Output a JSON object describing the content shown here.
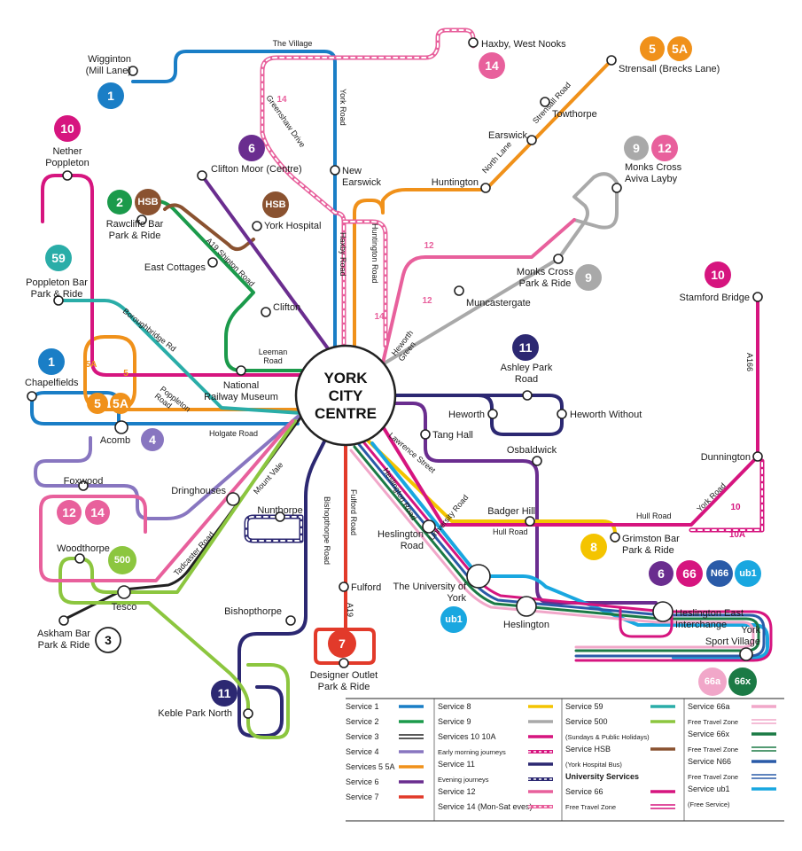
{
  "colors": {
    "s1": "#1a7ec6",
    "s2": "#1b9a4b",
    "s3": "#222222",
    "s4": "#8876c0",
    "s5": "#f0911a",
    "s6": "#6a2d8f",
    "s7": "#e23a2a",
    "s8": "#f4c400",
    "s9": "#a9a9a9",
    "s10": "#d6157f",
    "s11": "#2c2872",
    "s12": "#e8609c",
    "s14": "#e8609c",
    "s59": "#2aada8",
    "s500": "#8cc63f",
    "hsb": "#8a5230",
    "s66": "#d6157f",
    "s66a": "#f1a7c9",
    "s66x": "#1b7a45",
    "n66": "#2a5ba8",
    "ub1": "#19a7e0"
  },
  "centre": {
    "line1": "YORK",
    "line2": "CITY",
    "line3": "CENTRE"
  },
  "badges": [
    {
      "id": "b1-wigginton",
      "text": "1",
      "color": "s1"
    },
    {
      "id": "b14-haxby",
      "text": "14",
      "color": "s14"
    },
    {
      "id": "b5-strensall",
      "text": "5",
      "color": "s5"
    },
    {
      "id": "b5a-strensall",
      "text": "5A",
      "color": "s5"
    },
    {
      "id": "b10-nether",
      "text": "10",
      "color": "s10"
    },
    {
      "id": "b6-clifton",
      "text": "6",
      "color": "s6"
    },
    {
      "id": "b2-rawcliffe",
      "text": "2",
      "color": "s2"
    },
    {
      "id": "bhsb-rawcliffe",
      "text": "HSB",
      "color": "hsb"
    },
    {
      "id": "bhsb-hospital",
      "text": "HSB",
      "color": "hsb"
    },
    {
      "id": "b9-monks",
      "text": "9",
      "color": "s9"
    },
    {
      "id": "b12-monks",
      "text": "12",
      "color": "s12"
    },
    {
      "id": "b59-poppleton",
      "text": "59",
      "color": "s59"
    },
    {
      "id": "b9-monkspr",
      "text": "9",
      "color": "s9"
    },
    {
      "id": "b10-stamford",
      "text": "10",
      "color": "s10"
    },
    {
      "id": "b1-chapel",
      "text": "1",
      "color": "s1"
    },
    {
      "id": "b5-acomb",
      "text": "5",
      "color": "s5"
    },
    {
      "id": "b5a-acomb",
      "text": "5A",
      "color": "s5"
    },
    {
      "id": "b11-ashley",
      "text": "11",
      "color": "s11"
    },
    {
      "id": "b4-acomb",
      "text": "4",
      "color": "s4"
    },
    {
      "id": "b12-fox",
      "text": "12",
      "color": "s12"
    },
    {
      "id": "b14-fox",
      "text": "14",
      "color": "s14"
    },
    {
      "id": "b500",
      "text": "500",
      "color": "s500"
    },
    {
      "id": "b8-grimston",
      "text": "8",
      "color": "s8"
    },
    {
      "id": "b6-east",
      "text": "6",
      "color": "s6"
    },
    {
      "id": "b66-east",
      "text": "66",
      "color": "s66"
    },
    {
      "id": "bn66-east",
      "text": "N66",
      "color": "n66"
    },
    {
      "id": "bub1-east",
      "text": "ub1",
      "color": "ub1"
    },
    {
      "id": "bub1-uni",
      "text": "ub1",
      "color": "ub1"
    },
    {
      "id": "b7-fulford",
      "text": "7",
      "color": "s7"
    },
    {
      "id": "b3-askham",
      "text": "3",
      "color": "s3"
    },
    {
      "id": "b11-keble",
      "text": "11",
      "color": "s11"
    },
    {
      "id": "b66a",
      "text": "66a",
      "color": "s66a"
    },
    {
      "id": "b66x",
      "text": "66x",
      "color": "s66x"
    }
  ],
  "stops": {
    "wigginton": "Wigginton\n(Mill Lane)",
    "haxby": "Haxby, West Nooks",
    "strensall": "Strensall (Brecks Lane)",
    "towthorpe": "Towthorpe",
    "earswick": "Earswick",
    "huntington": "Huntington",
    "monkscross_aviva": "Monks Cross\nAviva Layby",
    "nether_poppleton": "Nether\nPoppleton",
    "clifton_moor": "Clifton Moor (Centre)",
    "new_earswick": "New\nEarswick",
    "rawcliffe": "Rawcliffe Bar\nPark & Ride",
    "york_hospital": "York Hospital",
    "east_cottages": "East Cottages",
    "poppleton_bar": "Poppleton Bar\nPark & Ride",
    "monks_cross_pr": "Monks Cross\nPark & Ride",
    "muncastergate": "Muncastergate",
    "clifton": "Clifton",
    "stamford_bridge": "Stamford Bridge",
    "chapelfields": "Chapelfields",
    "national_railway_museum": "National\nRailway Museum",
    "ashley_park_road": "Ashley Park\nRoad",
    "heworth": "Heworth",
    "heworth_without": "Heworth Without",
    "acomb": "Acomb",
    "tang_hall": "Tang Hall",
    "osbaldwick": "Osbaldwick",
    "dunnington": "Dunnington",
    "foxwood": "Foxwood",
    "dringhouses": "Dringhouses",
    "badger_hill": "Badger Hill",
    "heslington_road": "Heslington\nRoad",
    "grimston_bar": "Grimston Bar\nPark & Ride",
    "nunthorpe": "Nunthorpe",
    "woodthorpe": "Woodthorpe",
    "university_of_york": "The University of\nYork",
    "fulford": "Fulford",
    "tesco": "Tesco",
    "heslington": "Heslington",
    "heslington_east": "Heslington East\nInterchange",
    "askham_bar": "Askham Bar\nPark & Ride",
    "bishopthorpe": "Bishopthorpe",
    "york_sport_village": "York\nSport Village",
    "designer_outlet": "Designer Outlet\nPark & Ride",
    "keble_park_north": "Keble Park North"
  },
  "roads": {
    "the_village": "The Village",
    "york_road": "York Road",
    "greenshaw_drive": "Greenshaw Drive",
    "strensall_road": "Strensall Road",
    "north_lane": "North Lane",
    "haxby_road": "Haxby Road",
    "huntington_road": "Huntington Road",
    "a19_shipton": "A19  Shipton Road",
    "boroughbridge_rd": "Boroughbridge Rd",
    "leeman_road": "Leeman\nRoad",
    "heworth_green": "Heworth\nGreen",
    "a166": "A166",
    "poppleton_road": "Poppleton\nRoad",
    "holgate_road": "Holgate Road",
    "lawrence_street": "Lawrence Street",
    "hull_road_1": "Hull Road",
    "hull_road_2": "Hull  Road",
    "york_road_2": "York Road",
    "mount_vale": "Mount Vale",
    "heslington_road": "Heslington Road",
    "fulford_road": "Fulford Road",
    "bishopthorpe_road": "Bishopthorpe Road",
    "university_road": "University Road",
    "tadcaster_road": "Tadcaster Road",
    "a19": "A19"
  },
  "line_labels": {
    "r14_a": "14",
    "r14_b": "14",
    "r12_a": "12",
    "r12_b": "12",
    "r5a_acomb": "5A",
    "r5_acomb": "5",
    "r10": "10",
    "r10a": "10A"
  },
  "legend": {
    "col1": [
      {
        "label": "Service 1",
        "color": "s1",
        "style": "solid"
      },
      {
        "label": "Service 2",
        "color": "s2",
        "style": "solid"
      },
      {
        "label": "Service 3",
        "color": "s3",
        "style": "double"
      },
      {
        "label": "Service 4",
        "color": "s4",
        "style": "solid"
      },
      {
        "label": "Services 5  5A",
        "color": "s5",
        "style": "solid"
      },
      {
        "label": "Service 6",
        "color": "s6",
        "style": "solid"
      },
      {
        "label": "Service 7",
        "color": "s7",
        "style": "solid"
      }
    ],
    "col2": [
      {
        "label": "Service 8",
        "color": "s8",
        "style": "solid"
      },
      {
        "label": "Service 9",
        "color": "s9",
        "style": "solid"
      },
      {
        "label": "Services 10  10A",
        "color": "s10",
        "style": "solid"
      },
      {
        "label": "Early morning journeys",
        "color": "s10",
        "style": "dashed",
        "sub": true
      },
      {
        "label": "Service 11",
        "color": "s11",
        "style": "solid"
      },
      {
        "label": "Evening journeys",
        "color": "s11",
        "style": "dashed",
        "sub": true
      },
      {
        "label": "Service 12",
        "color": "s12",
        "style": "solid"
      },
      {
        "label": "Service 14 (Mon-Sat eves)",
        "color": "s14",
        "style": "dashed"
      }
    ],
    "col3": [
      {
        "label": "Service 59",
        "color": "s59",
        "style": "solid"
      },
      {
        "label": "Service 500",
        "color": "s500",
        "style": "solid"
      },
      {
        "label": "(Sundays & Public Holidays)",
        "sub": true
      },
      {
        "label": "Service HSB",
        "color": "hsb",
        "style": "solid"
      },
      {
        "label": "(York Hospital Bus)",
        "sub": true
      },
      {
        "label": "University Services",
        "bold": true
      },
      {
        "label": "Service 66",
        "color": "s66",
        "style": "solid"
      },
      {
        "label": "Free Travel Zone",
        "color": "s66",
        "style": "double",
        "sub": true
      }
    ],
    "col4": [
      {
        "label": "Service 66a",
        "color": "s66a",
        "style": "solid"
      },
      {
        "label": "Free Travel Zone",
        "color": "s66a",
        "style": "double",
        "sub": true
      },
      {
        "label": "Service 66x",
        "color": "s66x",
        "style": "solid"
      },
      {
        "label": "Free Travel Zone",
        "color": "s66x",
        "style": "double",
        "sub": true
      },
      {
        "label": "Service N66",
        "color": "n66",
        "style": "solid"
      },
      {
        "label": "Free Travel Zone",
        "color": "n66",
        "style": "double",
        "sub": true
      },
      {
        "label": "Service ub1",
        "color": "ub1",
        "style": "solid"
      },
      {
        "label": "(Free Service)",
        "sub": true
      }
    ]
  }
}
